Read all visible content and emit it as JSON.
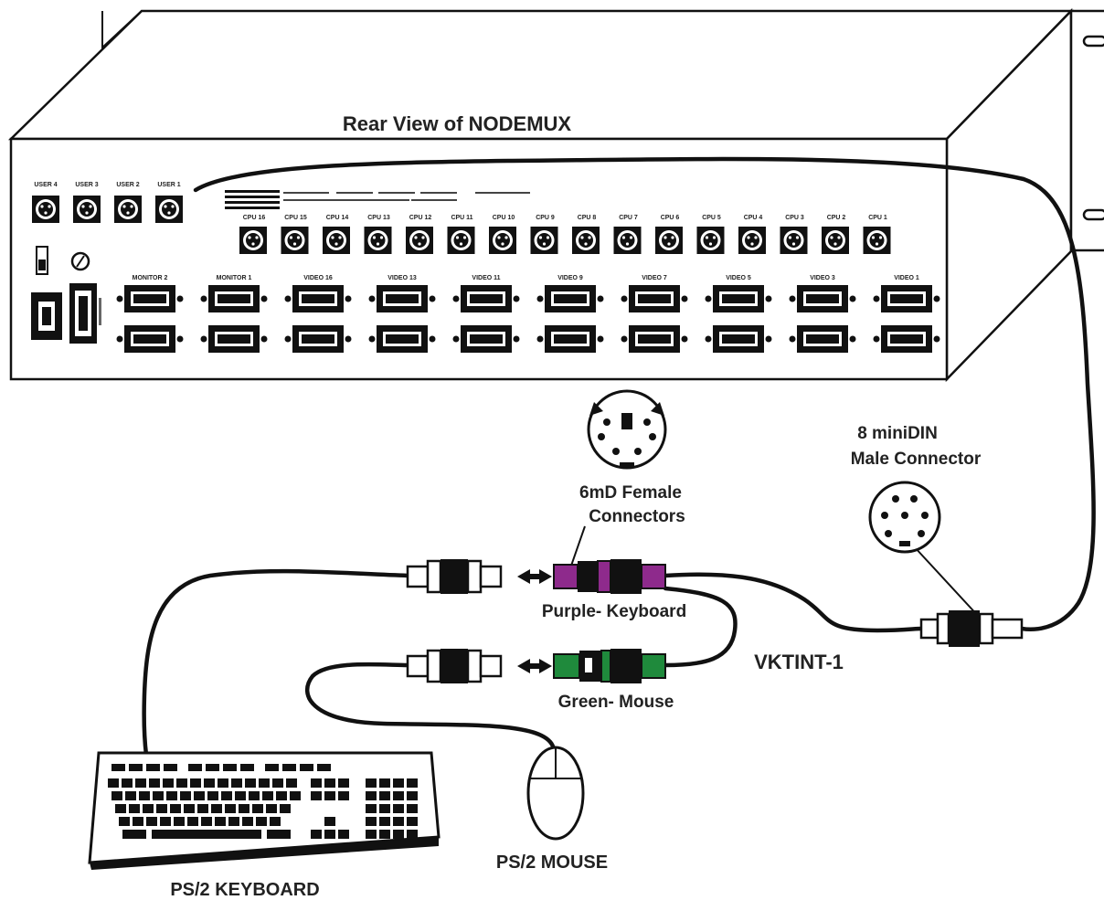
{
  "title": "Rear View of NODEMUX",
  "colors": {
    "keyboard_plug": "#8e2a8c",
    "mouse_plug": "#1f8a3c",
    "ink": "#111111"
  },
  "user_ports": [
    "USER 4",
    "USER 3",
    "USER 2",
    "USER 1"
  ],
  "cpu_ports": [
    "CPU 16",
    "CPU 15",
    "CPU 14",
    "CPU 13",
    "CPU 12",
    "CPU 11",
    "CPU 10",
    "CPU 9",
    "CPU 8",
    "CPU 7",
    "CPU 6",
    "CPU 5",
    "CPU 4",
    "CPU 3",
    "CPU 2",
    "CPU 1"
  ],
  "video_ports_top": [
    "MONITOR 2",
    "MONITOR 1",
    "VIDEO 16",
    "VIDEO 13",
    "VIDEO 11",
    "VIDEO 9",
    "VIDEO 7",
    "VIDEO 5",
    "VIDEO 3",
    "VIDEO 1"
  ],
  "labels": {
    "female_connectors": [
      "6mD Female",
      "Connectors"
    ],
    "minidin": [
      "8 miniDIN",
      "Male Connector"
    ],
    "keyboard_cable": "Purple- Keyboard",
    "mouse_cable": "Green- Mouse",
    "adapter": "VKTINT-1",
    "mouse": "PS/2 MOUSE",
    "keyboard": "PS/2 KEYBOARD"
  }
}
